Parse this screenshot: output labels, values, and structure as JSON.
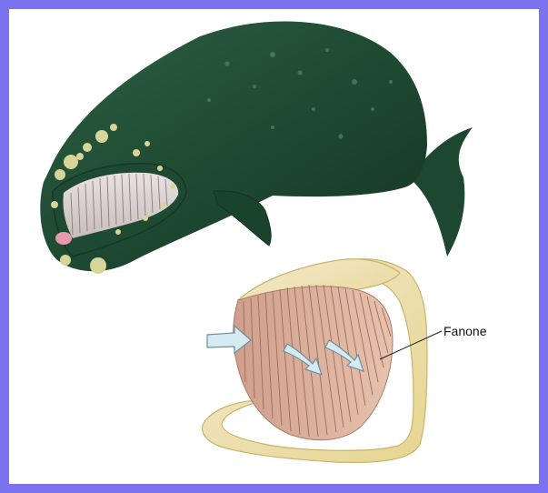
{
  "frame": {
    "border_color": "#7b72f0",
    "background": "#ffffff"
  },
  "illustration": {
    "whale_icon": "right-whale-illustration",
    "jaw_icon": "baleen-jaw-illustration",
    "colors": {
      "whale_body": "#1f4a32",
      "whale_highlight": "#3f7a55",
      "callosities": "#d8d59a",
      "baleen": "#d9a99a",
      "bone": "#eee2a6",
      "water_arrow": "#cfe8f0"
    }
  },
  "labels": {
    "fanone": "Fanone"
  }
}
